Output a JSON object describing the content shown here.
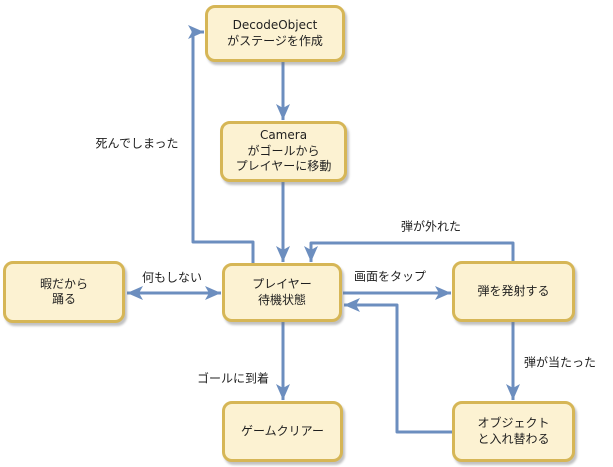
{
  "diagram": {
    "title": "player-state-flowchart",
    "colors": {
      "background": "#ffffff",
      "node_fill": "#fcf2d2",
      "node_border": "#d6b656",
      "arrow": "#6c8ebf",
      "text": "#1f1f1f"
    },
    "nodes": {
      "decode": {
        "label": "DecodeObject\nがステージを作成"
      },
      "camera": {
        "label": "Camera\nがゴールから\nプレイヤーに移動"
      },
      "player": {
        "label": "プレイヤー\n待機状態"
      },
      "dance": {
        "label": "暇だから\n踊る"
      },
      "fire": {
        "label": "弾を発射する"
      },
      "clear": {
        "label": "ゲームクリアー"
      },
      "object": {
        "label": "オブジェクト\nと入れ替わる"
      }
    },
    "edge_labels": {
      "died": "死んでしまった",
      "missed": "弾が外れた",
      "nothing": "何もしない",
      "tap": "画面をタップ",
      "goal": "ゴールに到着",
      "hit": "弾が当たった"
    }
  }
}
